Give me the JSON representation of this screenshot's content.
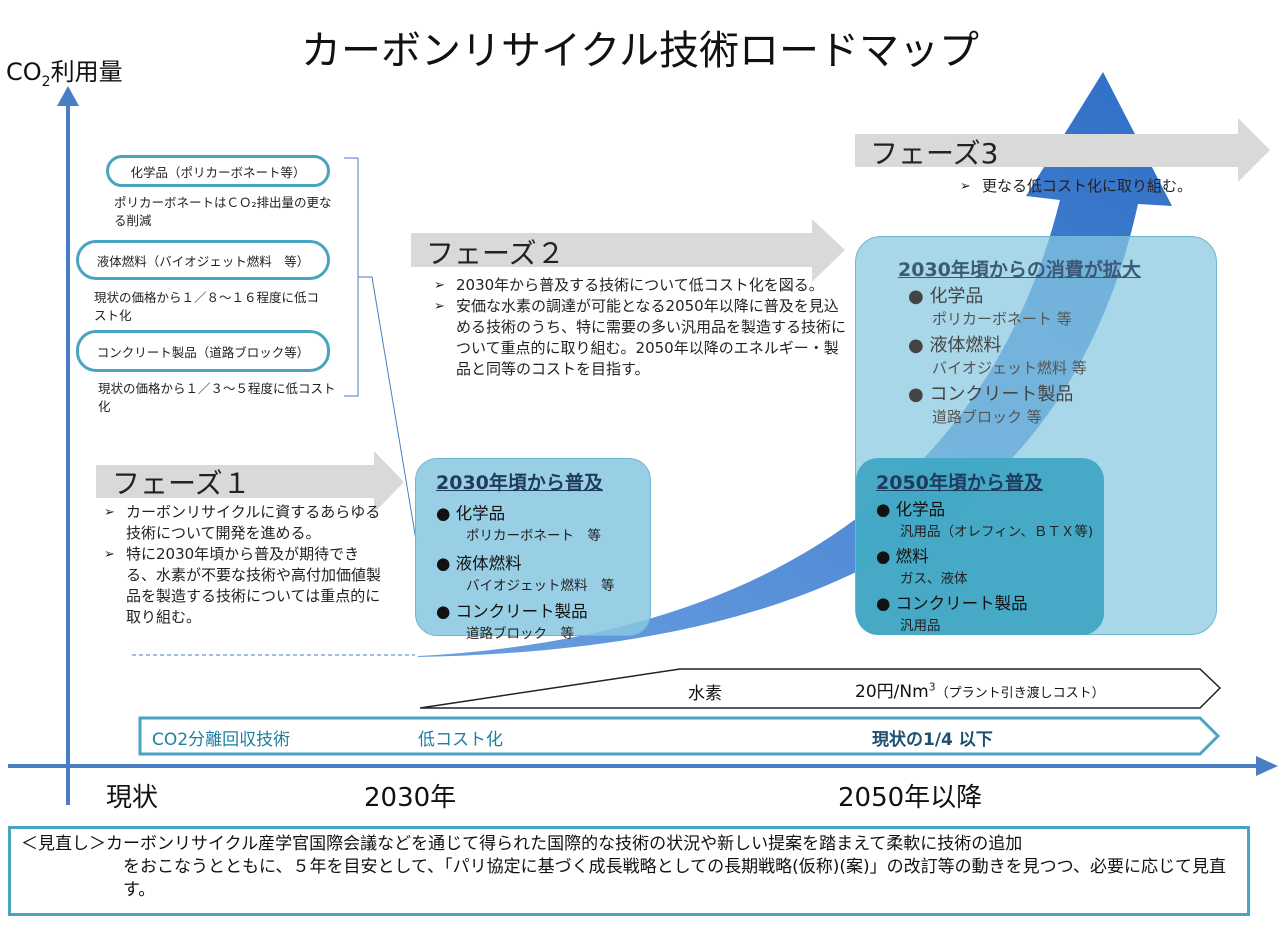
{
  "title": "カーボンリサイクル技術ロードマップ",
  "y_axis": {
    "label_prefix": "CO",
    "label_sub": "2",
    "label_suffix": "利用量"
  },
  "products": [
    {
      "name": "化学品（ポリカーボネート等）",
      "note": "ポリカーボネートはＣＯ₂排出量の更なる削減"
    },
    {
      "name": "液体燃料（バイオジェット燃料　等）",
      "note": "現状の価格から１／８～１６程度に低コスト化"
    },
    {
      "name": "コンクリート製品（道路ブロック等）",
      "note": "現状の価格から１／３～５程度に低コスト化"
    }
  ],
  "phase1": {
    "label": "フェーズ１",
    "bullets": [
      "カーボンリサイクルに資するあらゆる技術について開発を進める。",
      "特に2030年頃から普及が期待できる、水素が不要な技術や高付加価値製品を製造する技術については重点的に取り組む。"
    ]
  },
  "phase2": {
    "label": "フェーズ２",
    "bullets": [
      "2030年から普及する技術について低コスト化を図る。",
      "安価な水素の調達が可能となる2050年以降に普及を見込める技術のうち、特に需要の多い汎用品を製造する技術について重点的に取り組む。2050年以降のエネルギー・製品と同等のコストを目指す。"
    ]
  },
  "phase3": {
    "label": "フェーズ3",
    "bullets": [
      "更なる低コスト化に取り組む。"
    ]
  },
  "box_2030": {
    "heading": "2030年頃から普及",
    "items": [
      {
        "name": "化学品",
        "sub": "ポリカーボネート　等"
      },
      {
        "name": "液体燃料",
        "sub": "バイオジェット燃料　等"
      },
      {
        "name": "コンクリート製品",
        "sub": "道路ブロック　等"
      }
    ]
  },
  "box_expand": {
    "heading": "2030年頃からの消費が拡大",
    "items": [
      {
        "name": "化学品",
        "sub": "ポリカーボネート 等"
      },
      {
        "name": "液体燃料",
        "sub": "バイオジェット燃料 等"
      },
      {
        "name": "コンクリート製品",
        "sub": "道路ブロック 等"
      }
    ]
  },
  "box_2050": {
    "heading": "2050年頃から普及",
    "items": [
      {
        "name": "化学品",
        "sub": "汎用品（オレフィン、ＢＴＸ等)"
      },
      {
        "name": "燃料",
        "sub": "ガス、液体"
      },
      {
        "name": "コンクリート製品",
        "sub": "汎用品"
      }
    ]
  },
  "hydrogen": {
    "label": "水素",
    "cost": "20円/Nm",
    "cost_sup": "3",
    "cost_note": "（プラント引き渡しコスト）"
  },
  "co2_capture": {
    "label": "CO2分離回収技術",
    "mid": "低コスト化",
    "target": "現状の1/4 以下"
  },
  "timeline": {
    "t0": "現状",
    "t1": "2030年",
    "t2": "2050年以降"
  },
  "note": {
    "lead": "＜見直し＞カーボンリサイクル産学官国際会議などを通じて得られた国際的な技術の状況や新しい提案を踏まえて柔軟に技術の追加",
    "rest": "をおこなうとともに、５年を目安として、「パリ協定に基づく成長戦略としての長期戦略(仮称)(案)」の改訂等の動きを見つつ、必要に応じて見直す。"
  },
  "colors": {
    "axis": "#4a7ec3",
    "big_arrow": "#3f7fd4",
    "pill_border": "#4aa3c1",
    "phase_arrow": "#d9d9d9"
  }
}
